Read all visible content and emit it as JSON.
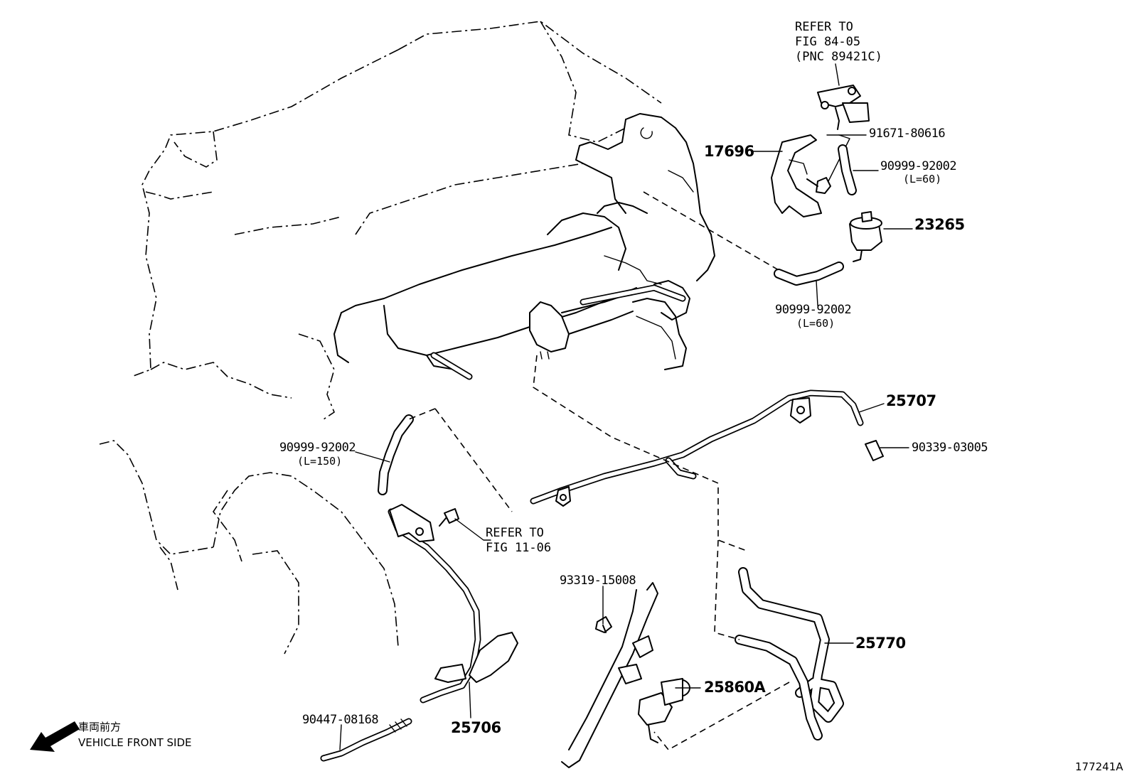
{
  "callouts": {
    "refer_8405": {
      "line1": "REFER TO",
      "line2": "FIG 84-05",
      "line3": "(PNC 89421C)"
    },
    "refer_1106": {
      "line1": "REFER TO",
      "line2": "FIG 11-06"
    },
    "p17696": "17696",
    "p91671": "91671-80616",
    "p90999_a": "90999-92002",
    "p90999_a_len": "(L=60)",
    "p23265": "23265",
    "p90999_b": "90999-92002",
    "p90999_b_len": "(L=60)",
    "p25707": "25707",
    "p90339": "90339-03005",
    "p90999_c": "90999-92002",
    "p90999_c_len": "(L=150)",
    "p93319": "93319-15008",
    "p25770": "25770",
    "p25860A": "25860A",
    "p90447": "90447-08168",
    "p25706": "25706"
  },
  "front_indicator": {
    "jp": "車両前方",
    "en": "VEHICLE FRONT SIDE",
    "icon": "arrow-down-left-icon"
  },
  "figure_id": "177241A"
}
